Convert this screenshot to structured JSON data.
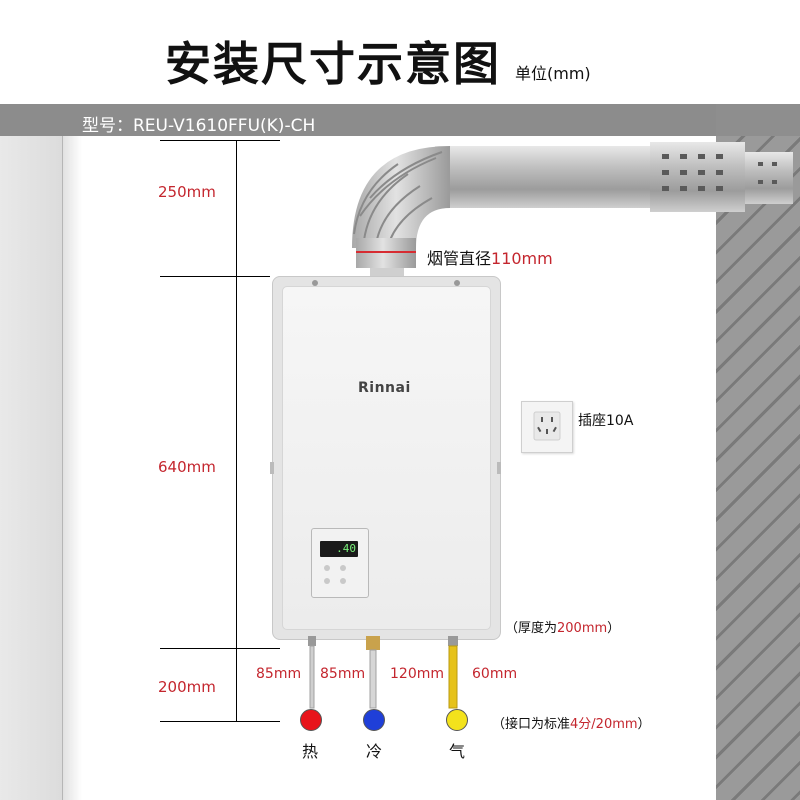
{
  "header": {
    "title": "安装尺寸示意图",
    "unit": "单位(mm)"
  },
  "model": "型号：REU-V1610FFU(K)-CH",
  "dimensions": {
    "top_clearance": "250mm",
    "heater_height": "640mm",
    "bottom_clearance": "200mm",
    "pipe_diameter_prefix": "烟管直径",
    "pipe_diameter_value": "110mm",
    "spacing_1": "85mm",
    "spacing_2": "85mm",
    "spacing_3": "120mm",
    "spacing_4": "60mm"
  },
  "heater": {
    "brand": "Rinnai",
    "display_value": ".40"
  },
  "socket": {
    "label": "插座10A"
  },
  "notes": {
    "thickness_prefix": "（厚度为",
    "thickness_value": "200mm",
    "thickness_suffix": "）",
    "connector_prefix": "（接口为标准",
    "connector_value": "4分/20mm",
    "connector_suffix": "）"
  },
  "connections": [
    {
      "label": "热",
      "color": "#e8141b"
    },
    {
      "label": "冷",
      "color": "#1f3fd8"
    },
    {
      "label": "气",
      "color": "#f3e21c"
    }
  ],
  "colors": {
    "accent_red": "#c4262e",
    "wall_gray": "#8e8e8e"
  }
}
